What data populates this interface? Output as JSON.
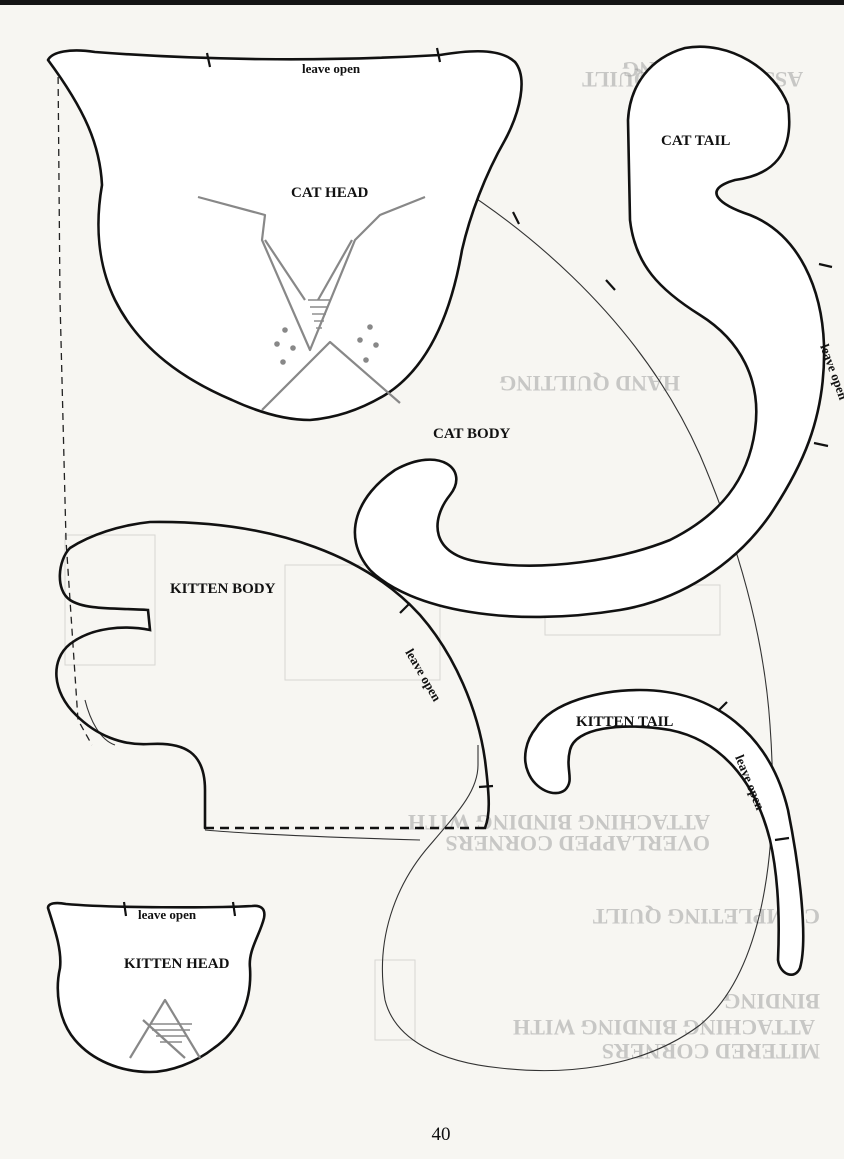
{
  "labels": {
    "cat_head": "CAT HEAD",
    "cat_body": "CAT BODY",
    "cat_tail": "CAT TAIL",
    "kitten_body": "KITTEN BODY",
    "kitten_tail": "KITTEN TAIL",
    "kitten_head": "KITTEN HEAD",
    "leave_open": "leave open"
  },
  "page_number": "40",
  "bleed_through": {
    "headings": [
      "QUILTING",
      "ASSEMBLING QUILT",
      "HAND QUILTING",
      "ATTACHING BINDING WITH",
      "OVERLAPPED CORNERS",
      "COMPLETING QUILT",
      "BINDING",
      "ATTACHING BINDING WITH",
      "MITERED CORNERS"
    ]
  },
  "colors": {
    "outline": "#111111",
    "face_lines": "#888888",
    "paper": "#f7f6f2"
  }
}
